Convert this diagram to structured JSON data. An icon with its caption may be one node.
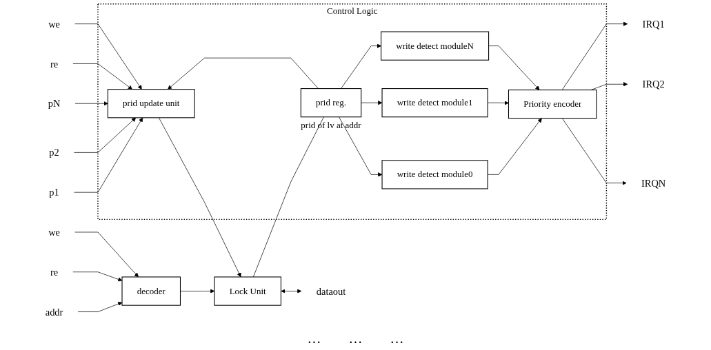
{
  "diagram": {
    "nodes": [
      {
        "text": [
          "Control Logic"
        ]
      },
      {
        "text": [
          "p1"
        ]
      },
      {
        "text": [
          "p2"
        ]
      },
      {
        "text": [
          "pN"
        ]
      },
      {
        "text": [
          "re"
        ]
      },
      {
        "text": [
          "we"
        ]
      },
      {
        "text": [
          "prid update unit"
        ],
        "in": 0
      },
      {
        "text": [
          "write detect module0"
        ],
        "in": 0
      },
      {
        "text": [
          "write detect module1"
        ],
        "in": 0
      },
      {
        "text": [
          "Priority encoder"
        ],
        "in": 0
      },
      {
        "text": [
          "IRQ1"
        ]
      },
      {
        "text": [
          "IRQ2"
        ]
      },
      {
        "text": [
          "addr"
        ]
      },
      {
        "text": [
          "re"
        ]
      },
      {
        "text": [
          "we"
        ]
      },
      {
        "text": [
          "decoder"
        ]
      },
      {
        "text": [
          "Lock Unit"
        ]
      },
      {
        "text": [
          "prid reg."
        ],
        "in": 0,
        "beside": [
          "prid of lv at addr"
        ]
      },
      {
        "text": [
          "write detect moduleN"
        ],
        "in": 0
      },
      {
        "text": [
          "IRQN"
        ]
      },
      {
        "text": [
          "dataout"
        ]
      }
    ],
    "edges": [
      {
        "from": 1,
        "to": 6,
        "arrow": "to"
      },
      {
        "from": 2,
        "to": 6,
        "arrow": "to"
      },
      {
        "from": 3,
        "to": 6,
        "arrow": "to"
      },
      {
        "from": 4,
        "to": 6,
        "arrow": "to"
      },
      {
        "from": 5,
        "to": 6,
        "arrow": "to"
      },
      {
        "from": 6,
        "to": 16,
        "arrow": "to"
      },
      {
        "from": 17,
        "to": 6,
        "arrow": "to"
      },
      {
        "from": 12,
        "to": 15,
        "arrow": "to"
      },
      {
        "from": 13,
        "to": 15,
        "arrow": "to"
      },
      {
        "from": 14,
        "to": 15,
        "arrow": "to"
      },
      {
        "from": 15,
        "to": 16,
        "arrow": "to"
      },
      {
        "from": 16,
        "to": 20,
        "arrow": "both"
      },
      {
        "from": 16,
        "to": 17,
        "arrow": "none"
      },
      {
        "from": 17,
        "to": 7,
        "arrow": "to"
      },
      {
        "from": 17,
        "to": 8,
        "arrow": "to"
      },
      {
        "from": 17,
        "to": 18,
        "arrow": "to"
      },
      {
        "from": 7,
        "to": 9,
        "arrow": "to"
      },
      {
        "from": 8,
        "to": 9,
        "arrow": "to"
      },
      {
        "from": 18,
        "to": 9,
        "arrow": "to"
      },
      {
        "from": 9,
        "to": 10,
        "arrow": "to"
      },
      {
        "from": 9,
        "to": 11,
        "arrow": "to"
      },
      {
        "from": 9,
        "to": 19,
        "arrow": "to"
      }
    ],
    "labels": [
      "…",
      "…",
      "…"
    ]
  }
}
